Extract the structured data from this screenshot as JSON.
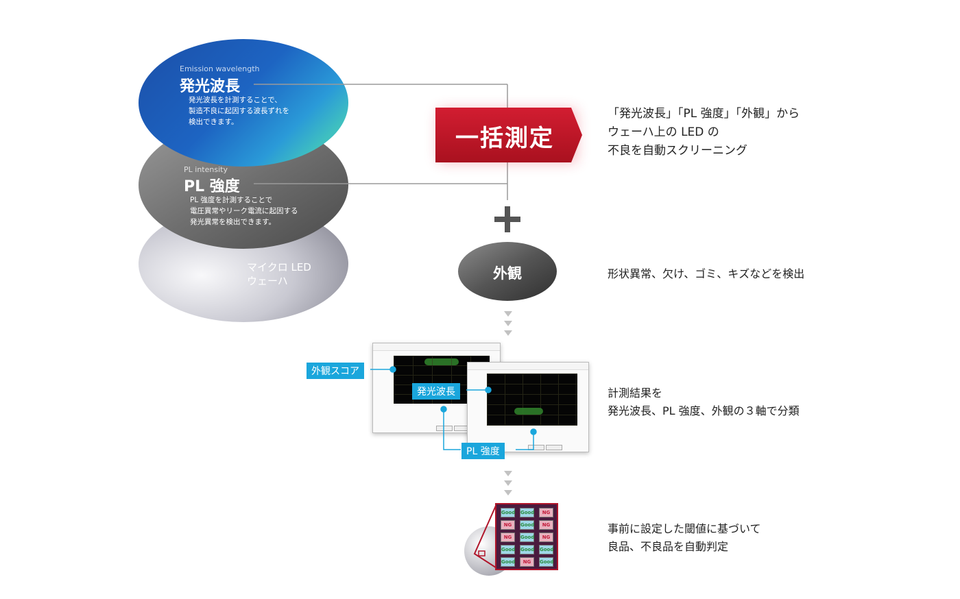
{
  "layers": {
    "emission": {
      "en": "Emission wavelength",
      "title": "発光波長",
      "desc": "発光波長を計測することで、\n製造不良に起因する波長ずれを\n検出できます。"
    },
    "pl": {
      "en": "PL intensity",
      "title": "PL 強度",
      "desc": "PL 強度を計測することで\n電圧異常やリーク電流に起因する\n発光異常を検出できます。"
    },
    "wafer": {
      "label": "マイクロ LED\nウェーハ"
    }
  },
  "batch": {
    "label": "一括測定",
    "description": "「発光波長」「PL 強度」「外観」から\nウェーハ上の LED の\n不良を自動スクリーニング"
  },
  "plus": "+",
  "appearance": {
    "label": "外観",
    "description": "形状異常、欠け、ゴミ、キズなどを検出"
  },
  "results": {
    "tags": {
      "appearance_score": "外観スコア",
      "emission": "発光波長",
      "pl": "PL 強度"
    },
    "description": "計測結果を\n発光波長、PL 強度、外観の３軸で分類"
  },
  "judgement": {
    "description": "事前に設定した閾値に基づいて\n良品、不良品を自動判定",
    "grid": [
      [
        "Good",
        "Good",
        "NG"
      ],
      [
        "NG",
        "Good",
        "NG"
      ],
      [
        "NG",
        "Good",
        "NG"
      ],
      [
        "Good",
        "Good",
        "Good"
      ],
      [
        "Good",
        "NG",
        "Good"
      ]
    ]
  },
  "colors": {
    "accent_red": "#c8182b",
    "tag_blue": "#1aa6dc",
    "connector": "#9a9a9a"
  }
}
